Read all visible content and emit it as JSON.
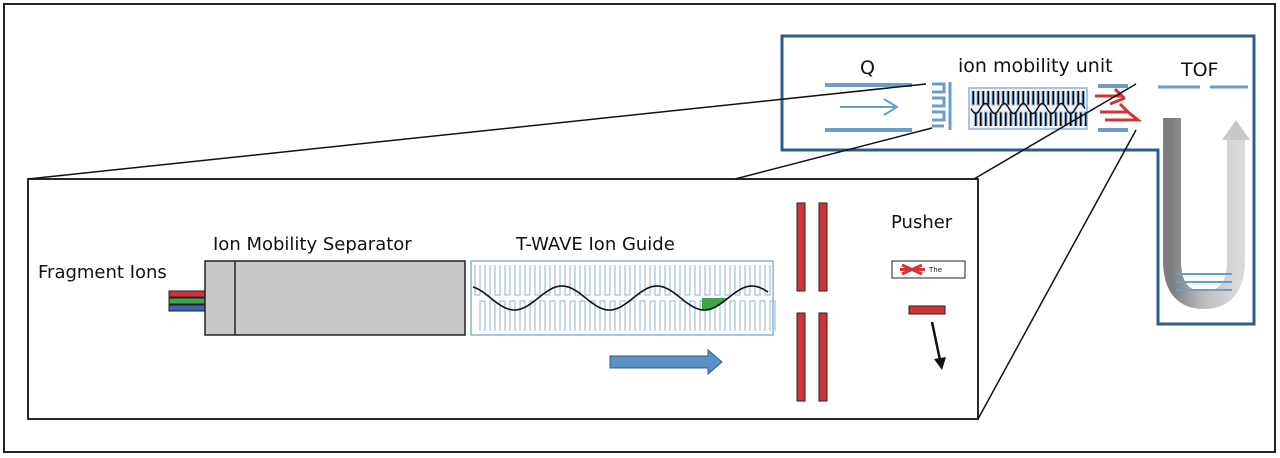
{
  "labels": {
    "q": "Q",
    "ion_mobility_unit": "ion mobility unit",
    "tof": "TOF",
    "fragment_ions": "Fragment Ions",
    "ion_mobility_separator": "Ion Mobility Separator",
    "t_wave_ion_guide": "T-WAVE Ion Guide",
    "pusher": "Pusher",
    "pusher_box_text": "The"
  },
  "colors": {
    "frame": "#222222",
    "instrument_outline": "#2f5d8a",
    "electrode_blue": "#6a9ccc",
    "grid_blue": "#8fb4d6",
    "separator_fill": "#c9c9c9",
    "arrow_fill": "#5b8fc7",
    "electrode_red": "#d0343a",
    "ion_red": "#d0343a",
    "ion_green": "#3ea34b",
    "ion_blue": "#3e64b0",
    "tof_arrow_gray": "#a8a8a8"
  }
}
